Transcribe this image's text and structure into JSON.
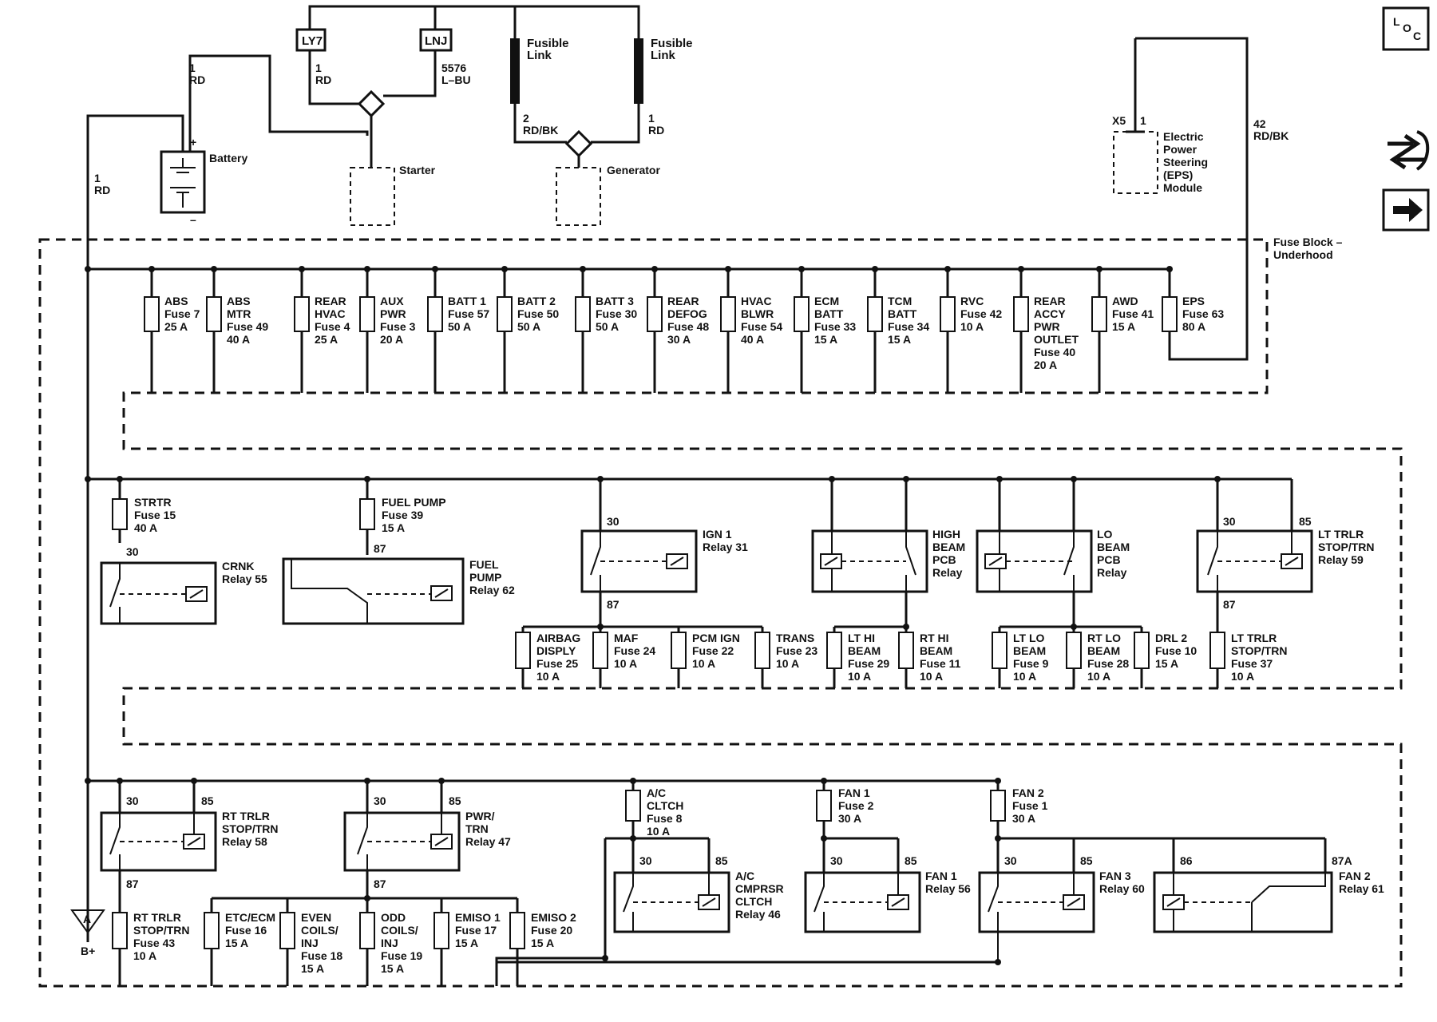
{
  "top": {
    "ly7": "LY7",
    "lnj": "LNJ",
    "wire_batt_num": "1",
    "wire_batt_col": "RD",
    "wire_ly7_num": "1",
    "wire_ly7_col": "RD",
    "wire_lnj_num": "5576",
    "wire_lnj_col": "L–BU",
    "fusible_link_a": "Fusible",
    "fusible_link_a2": "Link",
    "fusible_link_b": "Fusible",
    "fusible_link_b2": "Link",
    "wire_rdbk_num": "2",
    "wire_rdbk_col": "RD/BK",
    "wire_gen_num": "1",
    "wire_gen_col": "RD",
    "wire_main_num": "1",
    "wire_main_col": "RD",
    "battery": "Battery",
    "plus": "+",
    "minus": "–",
    "starter": "Starter",
    "generator": "Generator"
  },
  "eps": {
    "connector": "X5",
    "pin": "1",
    "lines": [
      "Electric",
      "Power",
      "Steering",
      "(EPS)",
      "Module"
    ],
    "wire_num": "42",
    "wire_col": "RD/BK"
  },
  "fuse_block": {
    "line1": "Fuse Block –",
    "line2": "Underhood"
  },
  "row1_fuses": [
    [
      "ABS",
      "Fuse 7",
      "25 A"
    ],
    [
      "ABS",
      "MTR",
      "Fuse 49",
      "40 A"
    ],
    [
      "REAR",
      "HVAC",
      "Fuse 4",
      "25 A"
    ],
    [
      "AUX",
      "PWR",
      "Fuse 3",
      "20 A"
    ],
    [
      "BATT 1",
      "Fuse 57",
      "50 A"
    ],
    [
      "BATT 2",
      "Fuse 50",
      "50 A"
    ],
    [
      "BATT 3",
      "Fuse 30",
      "50 A"
    ],
    [
      "REAR",
      "DEFOG",
      "Fuse 48",
      "30 A"
    ],
    [
      "HVAC",
      "BLWR",
      "Fuse 54",
      "40 A"
    ],
    [
      "ECM",
      "BATT",
      "Fuse 33",
      "15 A"
    ],
    [
      "TCM",
      "BATT",
      "Fuse 34",
      "15 A"
    ],
    [
      "RVC",
      "Fuse 42",
      "10 A"
    ],
    [
      "REAR",
      "ACCY",
      "PWR",
      "OUTLET",
      "Fuse 40",
      "20 A"
    ],
    [
      "AWD",
      "Fuse 41",
      "15 A"
    ],
    [
      "EPS",
      "Fuse 63",
      "80 A"
    ]
  ],
  "row2": {
    "strtr_fuse": [
      "STRTR",
      "Fuse 15",
      "40 A"
    ],
    "fuelpump_fuse": [
      "FUEL PUMP",
      "Fuse 39",
      "15 A"
    ],
    "crnk_relay": [
      "CRNK",
      "Relay 55"
    ],
    "fuel_relay": [
      "FUEL",
      "PUMP",
      "Relay 62"
    ],
    "ign_relay": [
      "IGN 1",
      "Relay 31"
    ],
    "high_beam": [
      "HIGH",
      "BEAM",
      "PCB",
      "Relay"
    ],
    "lo_beam": [
      "LO",
      "BEAM",
      "PCB",
      "Relay"
    ],
    "lt_trlr_relay": [
      "LT TRLR",
      "STOP/TRN",
      "Relay 59"
    ],
    "pin30": "30",
    "pin87": "87",
    "pin85": "85",
    "fuses": [
      [
        "AIRBAG",
        "DISPLY",
        "Fuse 25",
        "10 A"
      ],
      [
        "MAF",
        "Fuse 24",
        "10 A"
      ],
      [
        "PCM IGN",
        "Fuse 22",
        "10 A"
      ],
      [
        "TRANS",
        "Fuse 23",
        "10 A"
      ],
      [
        "LT HI",
        "BEAM",
        "Fuse 29",
        "10 A"
      ],
      [
        "RT HI",
        "BEAM",
        "Fuse 11",
        "10 A"
      ],
      [
        "LT LO",
        "BEAM",
        "Fuse 9",
        "10 A"
      ],
      [
        "RT LO",
        "BEAM",
        "Fuse 28",
        "10 A"
      ],
      [
        "DRL 2",
        "Fuse 10",
        "15 A"
      ],
      [
        "LT TRLR",
        "STOP/TRN",
        "Fuse 37",
        "10 A"
      ]
    ]
  },
  "row3": {
    "rt_trlr_relay": [
      "RT TRLR",
      "STOP/TRN",
      "Relay 58"
    ],
    "pwr_trn_relay": [
      "PWR/",
      "TRN",
      "Relay 47"
    ],
    "ac_fuse": [
      "A/C",
      "CLTCH",
      "Fuse 8",
      "10 A"
    ],
    "fan1_fuse": [
      "FAN 1",
      "Fuse 2",
      "30 A"
    ],
    "fan2_fuse": [
      "FAN 2",
      "Fuse 1",
      "30 A"
    ],
    "ac_relay": [
      "A/C",
      "CMPRSR",
      "CLTCH",
      "Relay 46"
    ],
    "fan1_relay": [
      "FAN 1",
      "Relay 56"
    ],
    "fan3_relay": [
      "FAN 3",
      "Relay 60"
    ],
    "fan2_relay": [
      "FAN 2",
      "Relay 61"
    ],
    "pin30": "30",
    "pin85": "85",
    "pin87": "87",
    "pin86": "86",
    "pin87a": "87A",
    "fuses": [
      [
        "RT TRLR",
        "STOP/TRN",
        "Fuse 43",
        "10 A"
      ],
      [
        "ETC/ECM",
        "Fuse 16",
        "15 A"
      ],
      [
        "EVEN",
        "COILS/",
        "INJ",
        "Fuse 18",
        "15 A"
      ],
      [
        "ODD",
        "COILS/",
        "INJ",
        "Fuse 19",
        "15 A"
      ],
      [
        "EMISO 1",
        "Fuse 17",
        "15 A"
      ],
      [
        "EMISO 2",
        "Fuse 20",
        "15 A"
      ]
    ],
    "ground_letter": "A",
    "ground_label": "B+"
  },
  "side": {
    "loc": [
      "L",
      "O",
      "C"
    ]
  }
}
